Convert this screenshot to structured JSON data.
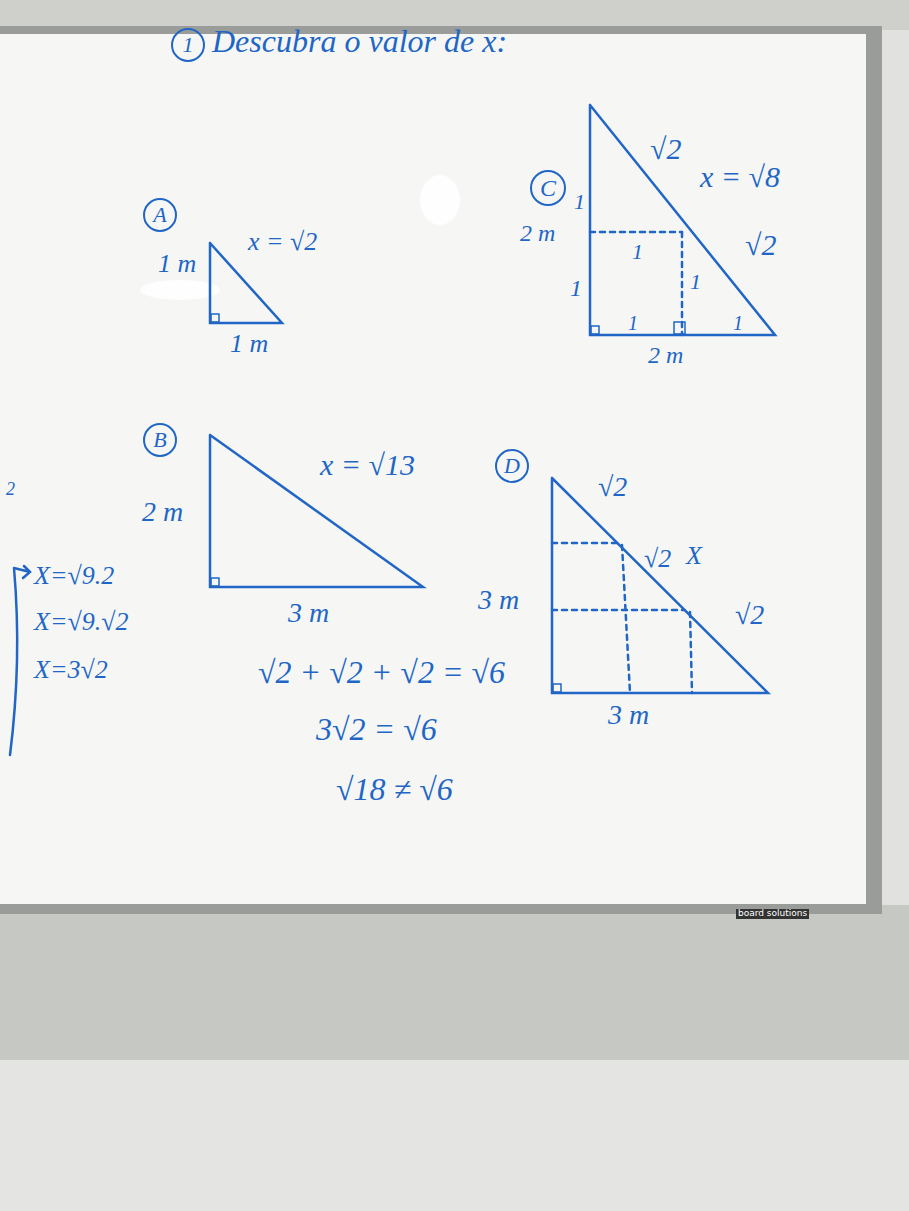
{
  "diagram": {
    "title": "Descubra o valor de x:",
    "nodes": [
      {
        "text": [
          "1"
        ]
      },
      {
        "text": [
          "A"
        ]
      },
      {
        "text": [
          "C"
        ]
      },
      {
        "text": [
          "B"
        ]
      },
      {
        "text": [
          "D"
        ]
      }
    ],
    "labels": [
      "1 m",
      "x = √2",
      "1 m",
      "1",
      "2 m",
      "1",
      "1",
      "1",
      "1",
      "1",
      "2 m",
      "√2",
      "x = √8",
      "√2",
      "2 m",
      "x = √13",
      "3 m",
      "√2",
      "√2",
      "X",
      "√2",
      "3 m",
      "3 m",
      "2",
      "X=√9.2",
      "X=√9.√2",
      "X=3√2",
      "√2 + √2 + √2 = √6",
      "3√2 = √6",
      "√18 ≠ √6",
      "board solutions"
    ]
  }
}
